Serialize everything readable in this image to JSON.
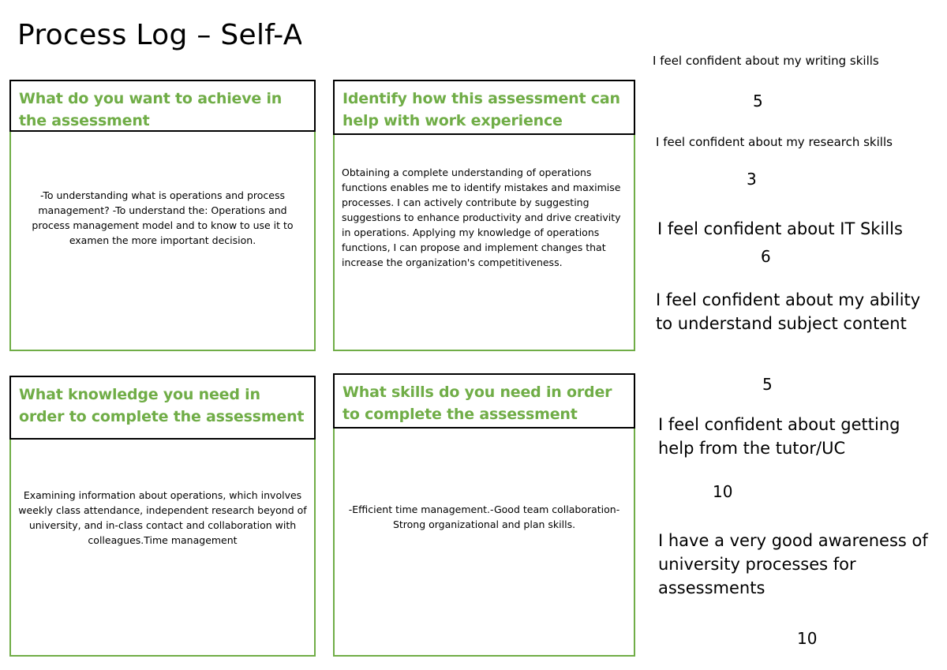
{
  "title": "Process Log – Self-Assessment",
  "colors": {
    "accent": "#70ad47",
    "header_border": "#000000",
    "box_border": "#70ad47"
  },
  "boxes": [
    {
      "heading": "What do you want to achieve in the assessment",
      "body": "-To understanding what is operations and process management? -To understand the: Operations and process management model and to know to use it to examen the more important decision."
    },
    {
      "heading": "Identify how this assessment can help with work experience",
      "body": "Obtaining a complete understanding of operations functions enables me to identify mistakes and maximise processes. I can actively contribute by suggesting suggestions to enhance productivity and drive creativity in operations. Applying my knowledge of operations functions, I can propose and implement changes that increase the organization's competitiveness."
    },
    {
      "heading": "What knowledge you need in order to complete the assessment",
      "body": "Examining information about operations, which involves weekly class attendance, independent research beyond of university, and in-class contact and collaboration with colleagues.Time management"
    },
    {
      "heading": "What skills do you need in order to complete the assessment",
      "body": "-Efficient time management.-Good team collaboration- Strong organizational and plan skills."
    }
  ],
  "ratings": [
    {
      "statement": "I feel confident about my writing skills",
      "score": "5"
    },
    {
      "statement": "I feel confident about my research skills",
      "score": "3"
    },
    {
      "statement": "I feel confident about IT Skills",
      "score": "6"
    },
    {
      "statement": "I feel confident about my ability to understand subject content",
      "score": "5"
    },
    {
      "statement": "I feel confident about getting help from the tutor/UC",
      "score": "10"
    },
    {
      "statement": "I have a very good awareness of university processes for assessments",
      "score": "10"
    }
  ]
}
